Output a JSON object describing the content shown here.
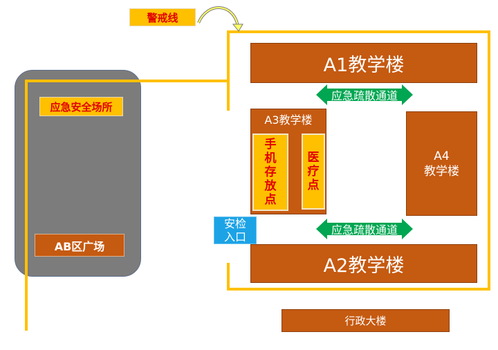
{
  "warning_line": {
    "label": "警戒线",
    "color": "#ffc000"
  },
  "plaza": {
    "shelter_label": "应急安全场所",
    "plaza_label": "AB区广场",
    "fill_color": "#7c7c7c"
  },
  "buildings": {
    "a1": "A1教学楼",
    "a2": "A2教学楼",
    "a3": "A3教学楼",
    "a4_line1": "A4",
    "a4_line2": "教学楼",
    "admin": "行政大楼",
    "color": "#c55a11"
  },
  "a3_points": {
    "phone_storage": [
      "手",
      "机",
      "存",
      "放",
      "点"
    ],
    "medical": [
      "医",
      "疗",
      "点"
    ]
  },
  "security_entrance": {
    "line1": "安检",
    "line2": "入口"
  },
  "evacuation": {
    "top_label": "应急疏散通道",
    "bottom_label": "应急疏散通道",
    "arrow_color": "#00a651"
  }
}
